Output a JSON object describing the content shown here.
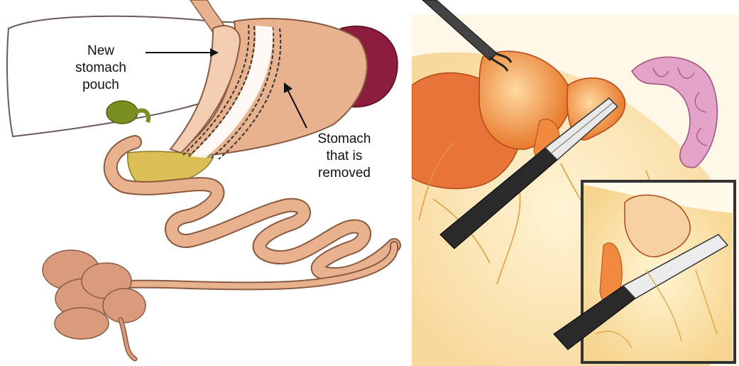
{
  "left_panel": {
    "label_new_pouch": [
      "New",
      "stomach",
      "pouch"
    ],
    "label_removed": [
      "Stomach",
      "that is",
      "removed"
    ]
  },
  "colors": {
    "stomach": "#e8b28f",
    "stomach_shadow": "#c98a66",
    "pouch": "#f3cdb2",
    "liver_outline": "#6b5a56",
    "spleen": "#8c1d3c",
    "bile": "#c9c04b",
    "gallbladder": "#7a8f22",
    "fat_orange": "#f0944a",
    "vessel_yellow": "#f3c56a",
    "colon_pink": "#e3a3c8",
    "instrument": "#2a2a2a",
    "inset_border": "#333333"
  }
}
